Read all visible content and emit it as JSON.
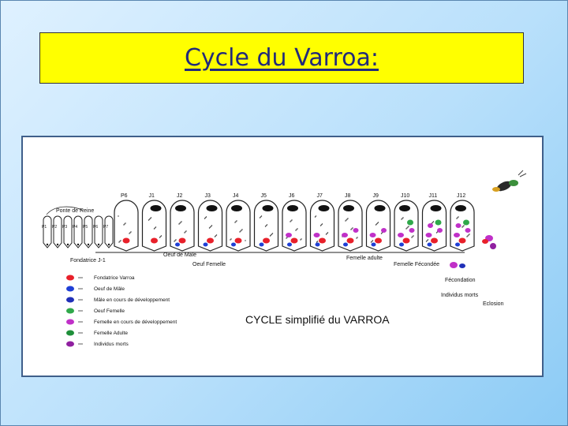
{
  "title": "Cycle du Varroa:",
  "diagram": {
    "caption": "CYCLE simplifié du VARROA",
    "stages": [
      "P6",
      "J1",
      "J2",
      "J3",
      "J4",
      "J5",
      "J6",
      "J7",
      "J8",
      "J9",
      "J10",
      "J11",
      "J12"
    ],
    "early_stages": [
      "P1",
      "P2",
      "P3",
      "P4",
      "P5",
      "P6",
      "P7"
    ],
    "labels": {
      "ponte_reine": "Ponte de Reine",
      "fondatrice_j1": "Fondatrice J-1",
      "oeuf_male": "Oeuf de Mâle",
      "oeuf_femelle": "Oeuf Femelle",
      "femelle_adulte": "Femelle adulte",
      "femelle_fecondee": "Femelle Fécondée",
      "fecondation": "Fécondation",
      "individus_morts": "Individus morts",
      "eclosion": "Eclosion"
    },
    "legend": [
      {
        "label": "Fondatrice Varroa",
        "color": "#e8202a"
      },
      {
        "label": "Oeuf de Mâle",
        "color": "#1f3fd6"
      },
      {
        "label": "Mâle en cours de développement",
        "color": "#2030b8"
      },
      {
        "label": "Oeuf Femelle",
        "color": "#2fa84a"
      },
      {
        "label": "Femelle en cours de développement",
        "color": "#c030c8"
      },
      {
        "label": "Femelle Adulte",
        "color": "#1f8f3a"
      },
      {
        "label": "Individus morts",
        "color": "#9020a0"
      }
    ]
  }
}
